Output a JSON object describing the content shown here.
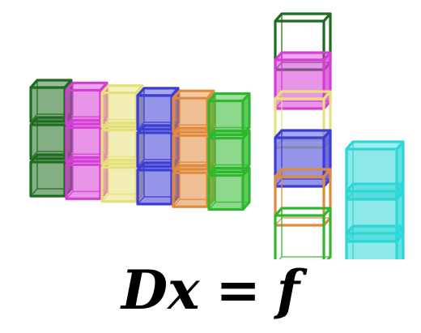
{
  "equation": {
    "lhs": "Dx",
    "op": "=",
    "rhs": "f"
  },
  "colors": {
    "dark_green": "#1f6b1f",
    "magenta": "#d63cd6",
    "yellow": "#e6e07a",
    "blue": "#3d3dd6",
    "orange": "#e08a3c",
    "green": "#2fb82f",
    "cyan": "#2fd6d6"
  },
  "matrix_D": {
    "rows": 3,
    "columns": [
      "dark_green",
      "magenta",
      "yellow",
      "blue",
      "orange",
      "green"
    ],
    "filled_columns": [
      "dark_green",
      "magenta",
      "yellow",
      "blue",
      "orange",
      "green"
    ]
  },
  "vector_x": {
    "cells_top_to_bottom": [
      {
        "color": "dark_green",
        "filled": false
      },
      {
        "color": "magenta",
        "filled": true
      },
      {
        "color": "yellow",
        "filled": false
      },
      {
        "color": "blue",
        "filled": true
      },
      {
        "color": "orange",
        "filled": false
      },
      {
        "color": "green",
        "filled": false
      }
    ]
  },
  "vector_f": {
    "color": "cyan",
    "rows": 3,
    "filled": true
  }
}
